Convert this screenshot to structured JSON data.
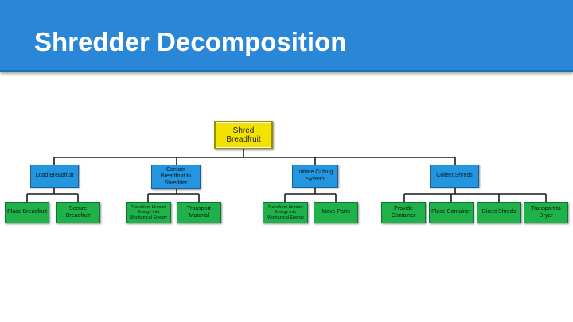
{
  "title": "Shredder Decomposition",
  "tree": {
    "root": "Shred Breadfruit",
    "functions": [
      {
        "label": "Load Breadfruit",
        "subfunctions": [
          "Place Breadfruit",
          "Secure Breadfruit"
        ]
      },
      {
        "label": "Contact Breadfruit to Shredder",
        "subfunctions": [
          "Transform Human Energy into Mechanical Energy",
          "Transport Material"
        ]
      },
      {
        "label": "Initiate Cutting System",
        "subfunctions": [
          "Transform Human Energy into Mechanical Energy",
          "Move Parts"
        ]
      },
      {
        "label": "Collect Shreds",
        "subfunctions": [
          "Provide Container",
          "Place Container",
          "Direct Shreds",
          "Transport to Dryer"
        ]
      }
    ]
  },
  "colors": {
    "header": "#2a86d6",
    "root": "#f1e200",
    "function": "#2496e0",
    "subfunction": "#1fb24a"
  }
}
